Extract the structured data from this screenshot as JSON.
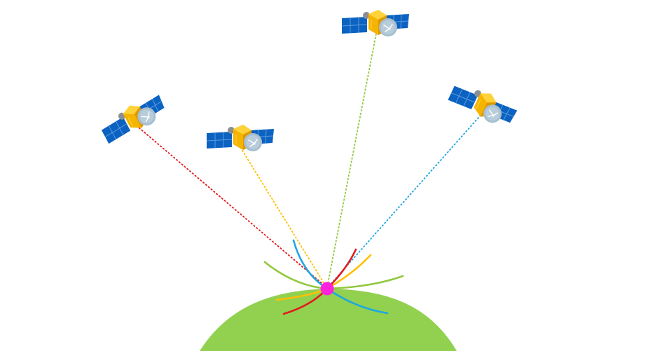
{
  "diagram": {
    "type": "satellite-positioning-illustration",
    "satellite_count": 4,
    "colors": {
      "background": "#ffffff",
      "earth": "#92d050",
      "receiver_point": "#ff22dd",
      "satellite_panel": "#0b62c1",
      "satellite_body": "#f5b400",
      "satellite_dish": "#a7bfcf",
      "line_red": "#e21b1b",
      "line_orange": "#ffc000",
      "line_green": "#92c83e",
      "line_blue": "#1ea7e0"
    },
    "satellites": [
      {
        "name": "satellite-red",
        "line_color": "red",
        "icon": "satellite-icon"
      },
      {
        "name": "satellite-orange",
        "line_color": "orange",
        "icon": "satellite-icon"
      },
      {
        "name": "satellite-green",
        "line_color": "green",
        "icon": "satellite-icon"
      },
      {
        "name": "satellite-blue",
        "line_color": "blue",
        "icon": "satellite-icon"
      }
    ],
    "receiver": {
      "icon": "receiver-point-icon"
    },
    "ground": {
      "icon": "earth-surface"
    }
  }
}
